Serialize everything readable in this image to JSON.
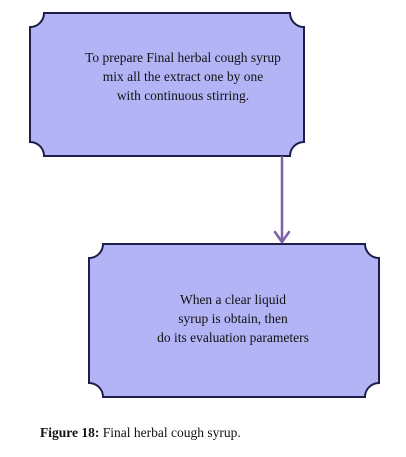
{
  "flowchart": {
    "step1": {
      "lines": [
        "To prepare Final herbal cough syrup",
        "mix all the extract one by one",
        "with continuous stirring."
      ]
    },
    "step2": {
      "lines": [
        "When a clear liquid",
        "syrup is obtain, then",
        "do its evaluation parameters"
      ]
    }
  },
  "caption": {
    "label": "Figure 18:",
    "text": " Final herbal cough syrup."
  },
  "colors": {
    "box_fill": "#b3b4f6",
    "box_border": "#1b1f4a",
    "arrow": "#7b62a8"
  }
}
